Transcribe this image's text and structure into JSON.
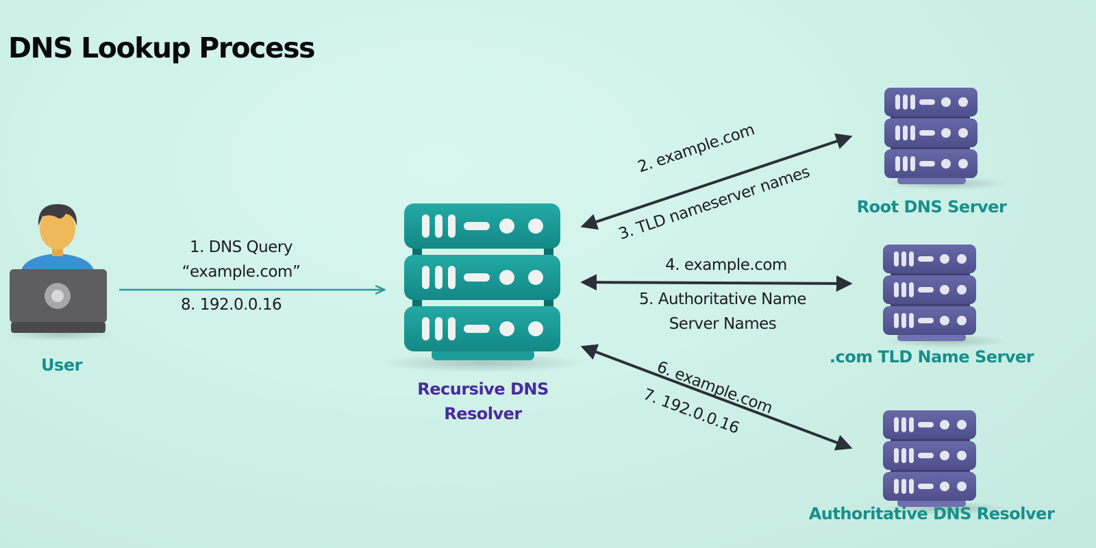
{
  "title": "DNS Lookup Process",
  "colors": {
    "background": "#cdf0e6",
    "teal_server": "#1a9a97",
    "purple_server": "#5a5b9a",
    "teal_label": "#178f8c",
    "purple_label": "#4a2a9e",
    "arrow_dark": "#2b2f3a",
    "arrow_teal": "#2a9a98"
  },
  "nodes": {
    "user": {
      "label": "User",
      "icon": "user-at-laptop-icon"
    },
    "resolver": {
      "label_line1": "Recursive DNS",
      "label_line2": "Resolver",
      "icon": "server-stack-icon"
    },
    "root": {
      "label": "Root DNS Server",
      "icon": "server-stack-icon"
    },
    "tld": {
      "label": ".com TLD Name Server",
      "icon": "server-stack-icon"
    },
    "authoritative": {
      "label": "Authoritative DNS Resolver",
      "icon": "server-stack-icon"
    }
  },
  "edges": {
    "user_resolver": {
      "step1_line1": "1. DNS Query",
      "step1_line2": "“example.com”",
      "step8": "8. 192.0.0.16"
    },
    "resolver_root": {
      "step2": "2. example.com",
      "step3": "3. TLD nameserver names"
    },
    "resolver_tld": {
      "step4": "4. example.com",
      "step5_line1": "5. Authoritative Name",
      "step5_line2": "Server Names"
    },
    "resolver_authoritative": {
      "step6": "6. example.com",
      "step7": "7. 192.0.0.16"
    }
  }
}
